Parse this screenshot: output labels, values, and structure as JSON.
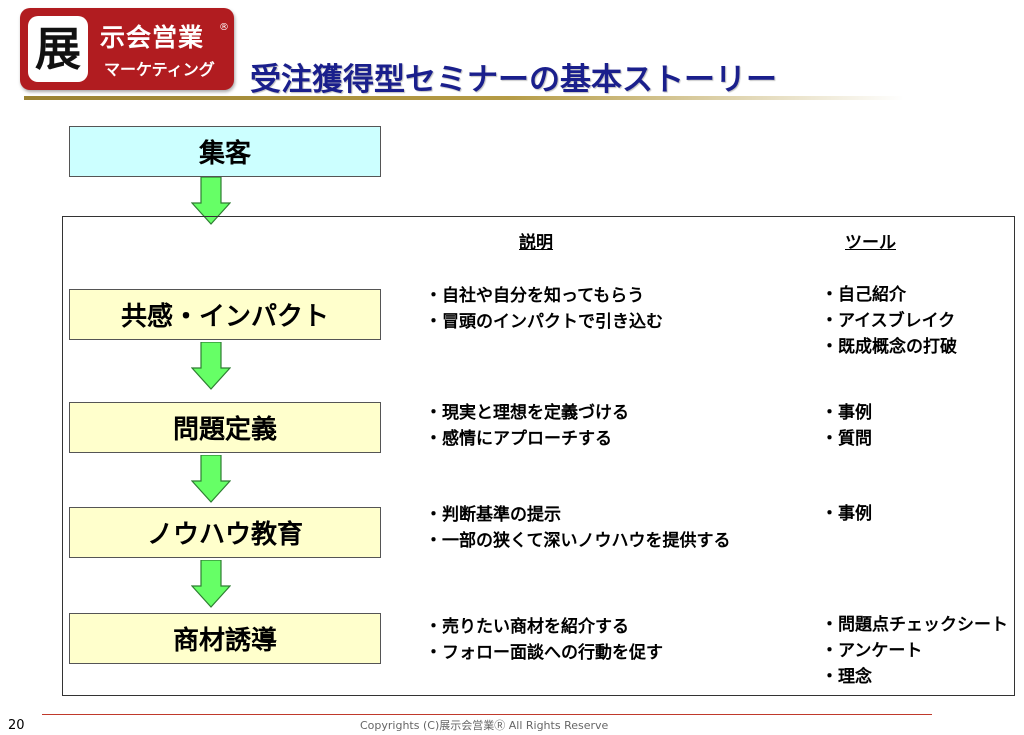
{
  "logo": {
    "seal_char": "展",
    "line1": "示会営業",
    "reg_mark": "®",
    "line2": "マーケティング"
  },
  "title": "受注獲得型セミナーの基本ストーリー",
  "colors": {
    "title": "#1a1f8c",
    "logo_bg": "#b11c20",
    "box_yellow": "#ffffcc",
    "box_cyan": "#ccffff",
    "arrow": "#66ff66"
  },
  "top_box": "集客",
  "headers": {
    "description": "説明",
    "tools": "ツール"
  },
  "steps": [
    {
      "label": "共感・インパクト",
      "description": [
        "・自社や自分を知ってもらう",
        "・冒頭のインパクトで引き込む"
      ],
      "tools": [
        "・自己紹介",
        "・アイスブレイク",
        "・既成概念の打破"
      ]
    },
    {
      "label": "問題定義",
      "description": [
        "・現実と理想を定義づける",
        "・感情にアプローチする"
      ],
      "tools": [
        "・事例",
        "・質問"
      ]
    },
    {
      "label": "ノウハウ教育",
      "description": [
        "・判断基準の提示",
        "・一部の狭くて深いノウハウを提供する"
      ],
      "tools": [
        "・事例"
      ]
    },
    {
      "label": "商材誘導",
      "description": [
        "・売りたい商材を紹介する",
        "・フォロー面談への行動を促す"
      ],
      "tools": [
        "・問題点チェックシート",
        "・アンケート",
        "・理念"
      ]
    }
  ],
  "footer": {
    "page_number": "20",
    "copyright": "Copyrights (C)展示会営業Ⓡ All Rights Reserve"
  }
}
